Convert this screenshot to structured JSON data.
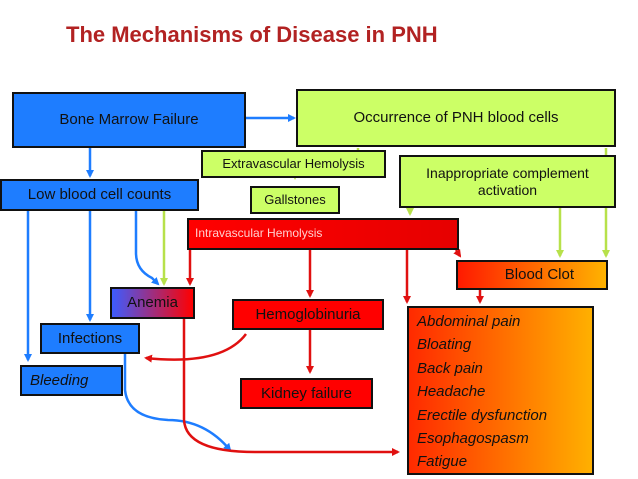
{
  "title": "The Mechanisms of Disease in PNH",
  "nodes": {
    "bone_marrow_failure": "Bone Marrow Failure",
    "occurrence": "Occurrence of PNH blood cells",
    "extravascular": "Extravascular Hemolysis",
    "inappropriate": "Inappropriate complement activation",
    "low_counts": "Low blood cell counts",
    "gallstones": "Gallstones",
    "intravascular": "Intravascular Hemolysis",
    "blood_clot": "Blood Clot",
    "anemia": "Anemia",
    "hemoglobinuria": "Hemoglobinuria",
    "infections": "Infections",
    "bleeding": "Bleeding",
    "kidney_failure": "Kidney failure"
  },
  "symptoms": [
    "Abdominal pain",
    "Bloating",
    "Back pain",
    "Headache",
    "Erectile dysfunction",
    "Esophagospasm",
    "Fatigue"
  ],
  "colors": {
    "blue": "#1e7dff",
    "green": "#ccff66",
    "red": "#ff0000",
    "title": "#b22222"
  }
}
